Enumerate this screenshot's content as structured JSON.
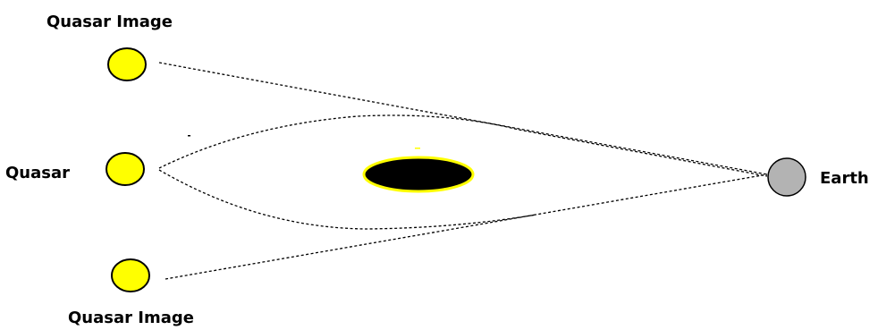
{
  "labels": {
    "top_image": "Quasar Image",
    "quasar": "Quasar",
    "bottom_image": "Quasar Image",
    "earth": "Earth"
  },
  "colors": {
    "quasar_fill": "#ffff00",
    "earth_fill": "#b3b3b3",
    "lens_fill": "#000000",
    "lens_outline": "#ffff00",
    "line": "#000000",
    "background": "#ffffff"
  }
}
